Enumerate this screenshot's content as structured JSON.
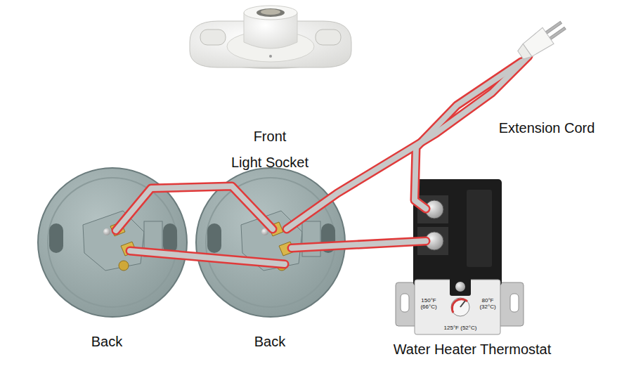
{
  "diagram": {
    "labels": [
      "Front",
      "Light Socket",
      "Extension Cord",
      "150°F (66°C)",
      "80°F (32°C)",
      "125°F (52°C)",
      "Back",
      "Back",
      "Water Heater Thermostat"
    ]
  }
}
